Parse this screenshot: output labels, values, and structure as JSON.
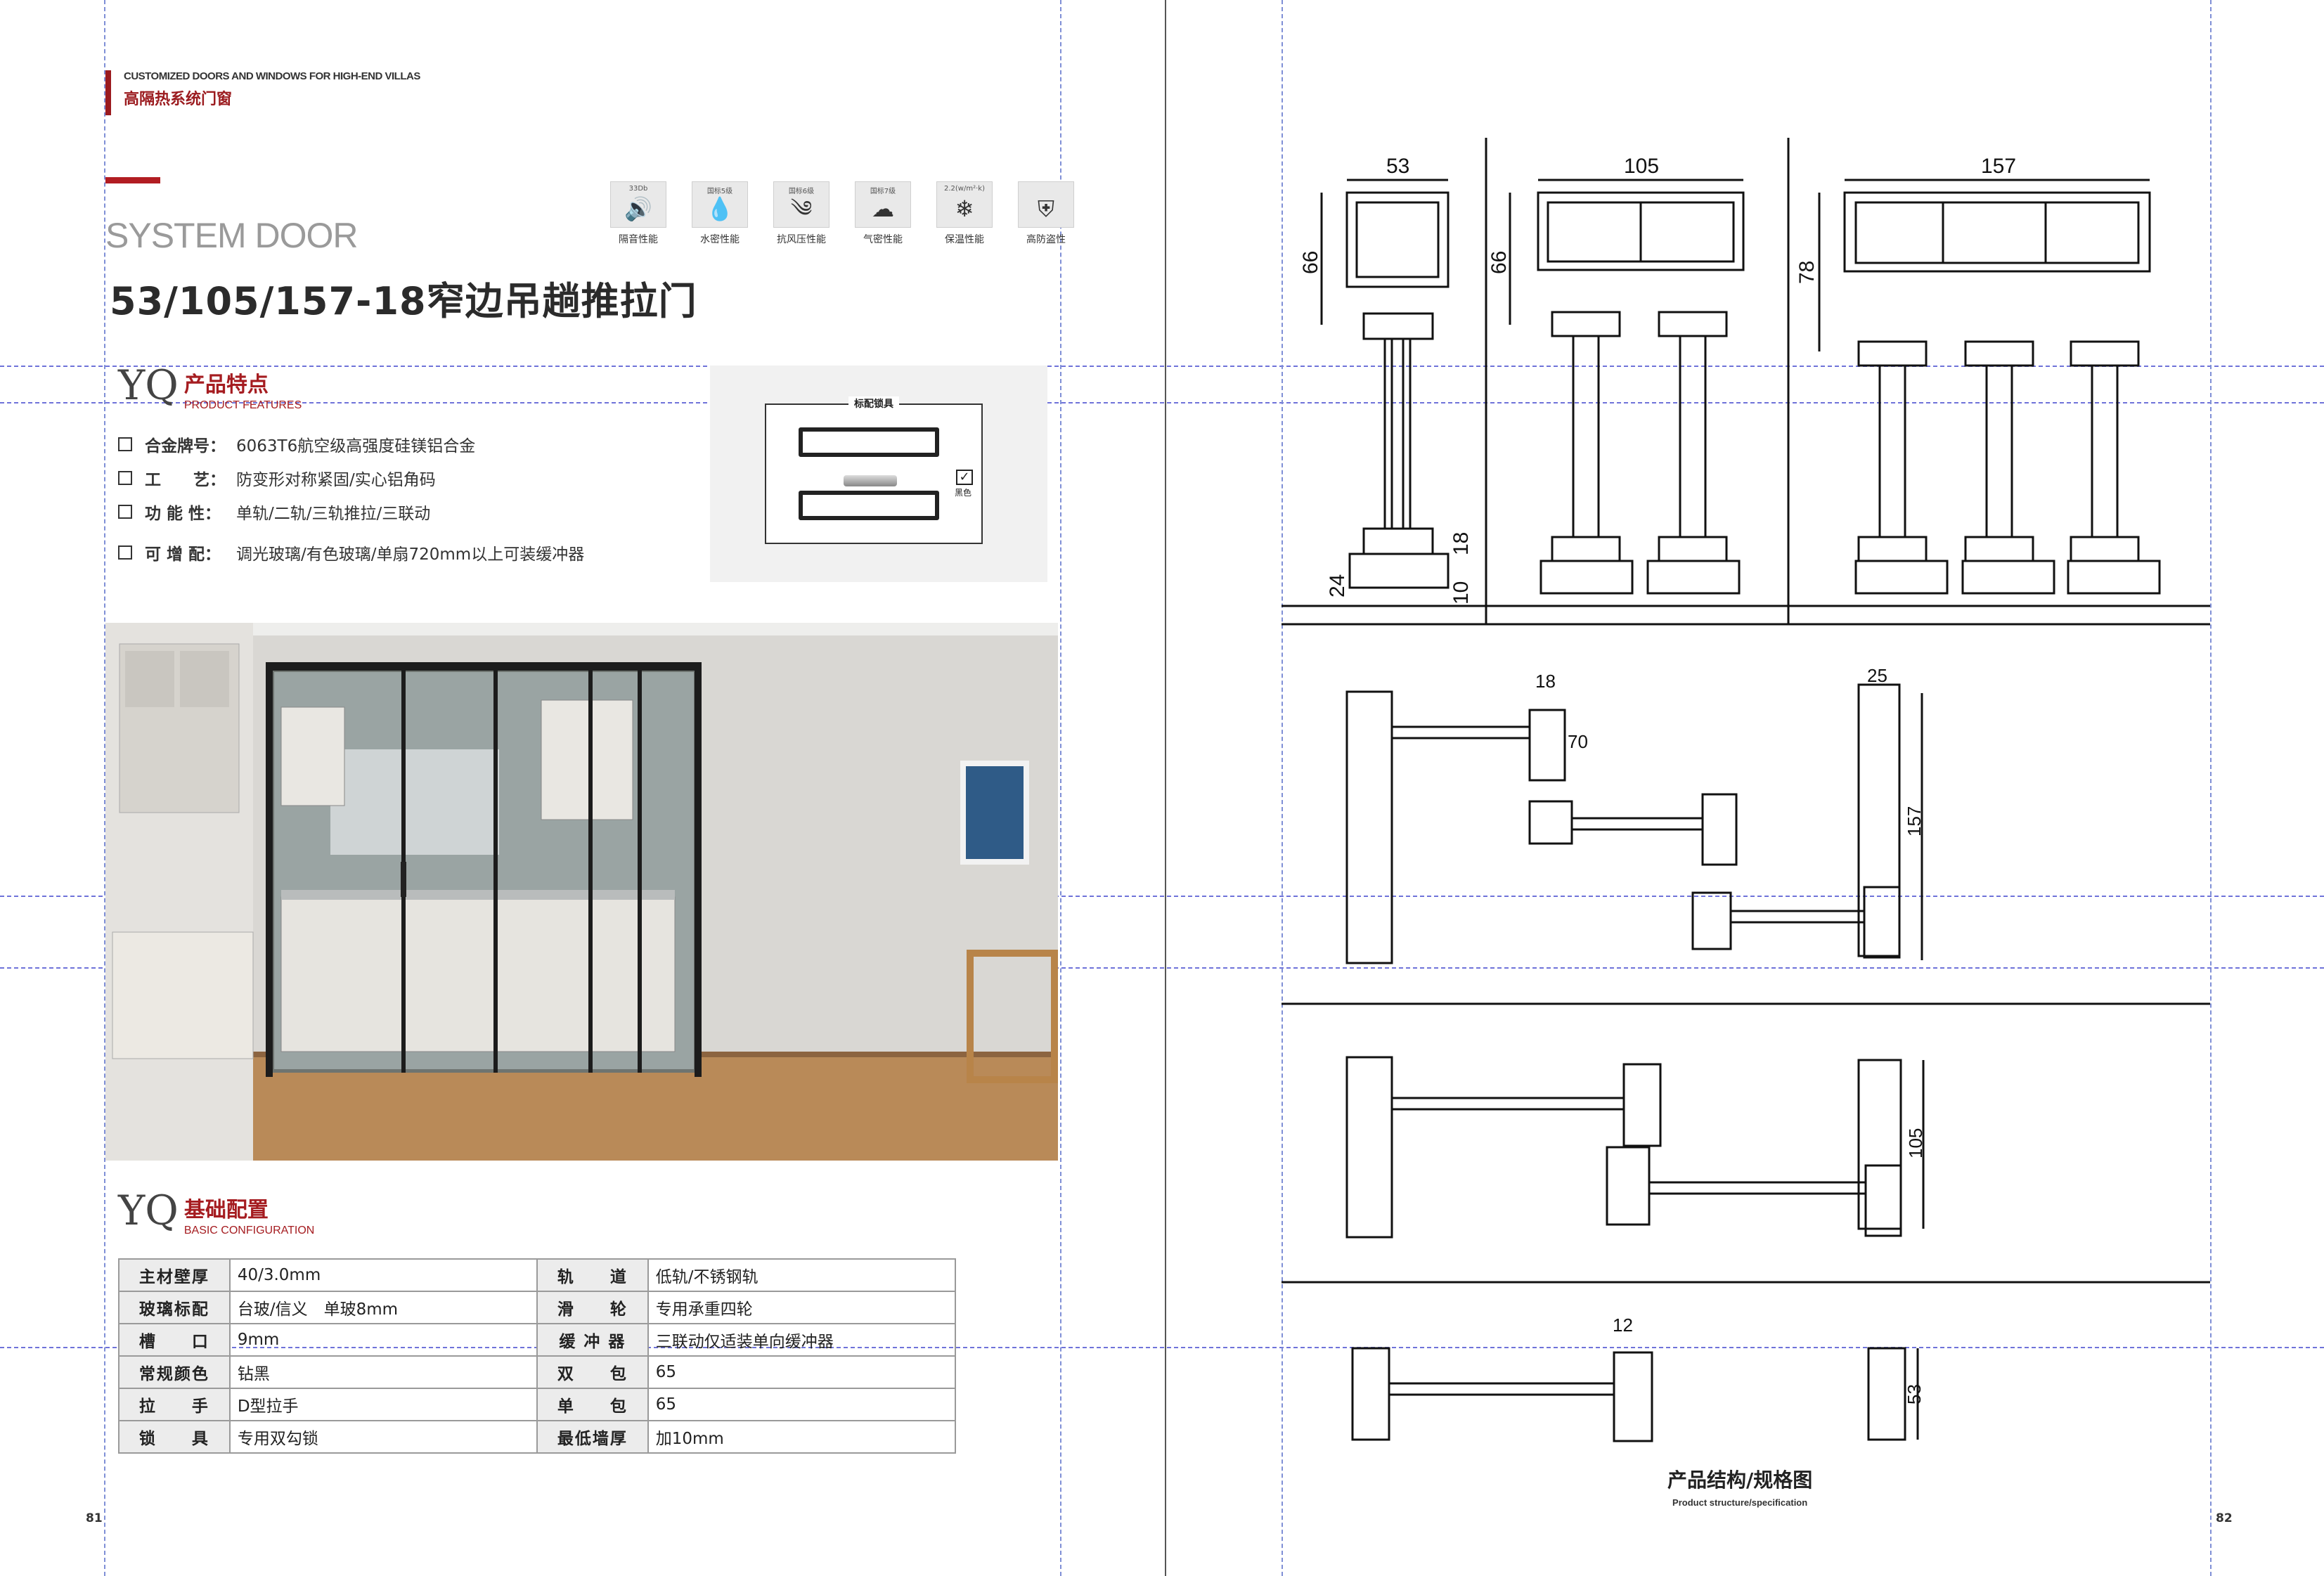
{
  "brand": {
    "en": "CUSTOMIZED DOORS AND WINDOWS FOR HIGH-END VILLAS",
    "cn": "高隔热系统门窗"
  },
  "header": {
    "system": "SYSTEM DOOR",
    "title": "53/105/157-18窄边吊趟推拉门"
  },
  "performance": [
    {
      "top": "33Db",
      "icon": "speaker-icon",
      "glyph": "🔊",
      "label": "隔音性能"
    },
    {
      "top": "国标5级",
      "icon": "water-drops-icon",
      "glyph": "💧",
      "label": "水密性能"
    },
    {
      "top": "国标6级",
      "icon": "wind-icon",
      "glyph": "༄",
      "label": "抗风压性能"
    },
    {
      "top": "国标7级",
      "icon": "air-icon",
      "glyph": "☁",
      "label": "气密性能"
    },
    {
      "top": "2.2(w/m²·k)",
      "icon": "snowflake-icon",
      "glyph": "❄",
      "label": "保温性能"
    },
    {
      "top": "",
      "icon": "shield-icon",
      "glyph": "⛨",
      "label": "高防盗性"
    }
  ],
  "features_section": {
    "yq": "YQ",
    "cn": "产品特点",
    "en": "PRODUCT FEATURES"
  },
  "features": [
    {
      "label": "合金牌号：",
      "value": "6063T6航空级高强度硅镁铝合金"
    },
    {
      "label": "工　　艺：",
      "value": "防变形对称紧固/实心铝角码"
    },
    {
      "label": "功 能 性：",
      "value": "单轨/二轨/三轨推拉/三联动"
    },
    {
      "label": "可 增 配：",
      "value": "调光玻璃/有色玻璃/单扇720mm以上可装缓冲器"
    }
  ],
  "lock": {
    "title": "标配锁具",
    "tick": "✓",
    "color_label": "黑色"
  },
  "config_section": {
    "yq": "YQ",
    "cn": "基础配置",
    "en": "BASIC CONFIGURATION"
  },
  "config_rows": [
    {
      "k1": "主材壁厚",
      "v1": "40/3.0mm",
      "k2": "轨　　道",
      "v2": "低轨/不锈钢轨"
    },
    {
      "k1": "玻璃标配",
      "v1": "台玻/信义　单玻8mm",
      "k2": "滑　　轮",
      "v2": "专用承重四轮"
    },
    {
      "k1": "槽　　口",
      "v1": "9mm",
      "k2": "缓 冲 器",
      "v2": "三联动仅适装单向缓冲器"
    },
    {
      "k1": "常规颜色",
      "v1": "钻黑",
      "k2": "双　　包",
      "v2": "65"
    },
    {
      "k1": "拉　　手",
      "v1": "D型拉手",
      "k2": "单　　包",
      "v2": "65"
    },
    {
      "k1": "锁　　具",
      "v1": "专用双勾锁",
      "k2": "最低墙厚",
      "v2": "加10mm"
    }
  ],
  "pages": {
    "left": "81",
    "right": "82"
  },
  "drawing_dims": {
    "w53": "53",
    "w105": "105",
    "w157": "157",
    "h66a": "66",
    "h66b": "66",
    "h78": "78",
    "d24": "24",
    "d18": "18",
    "d10": "10",
    "s18": "18",
    "s70": "70",
    "s25": "25",
    "s157": "157",
    "s105": "105",
    "s12": "12",
    "s53": "53"
  },
  "caption": {
    "cn": "产品结构/规格图",
    "en": "Product structure/specification"
  },
  "colors": {
    "accent": "#a51c20",
    "guide": "#6f73d9"
  }
}
